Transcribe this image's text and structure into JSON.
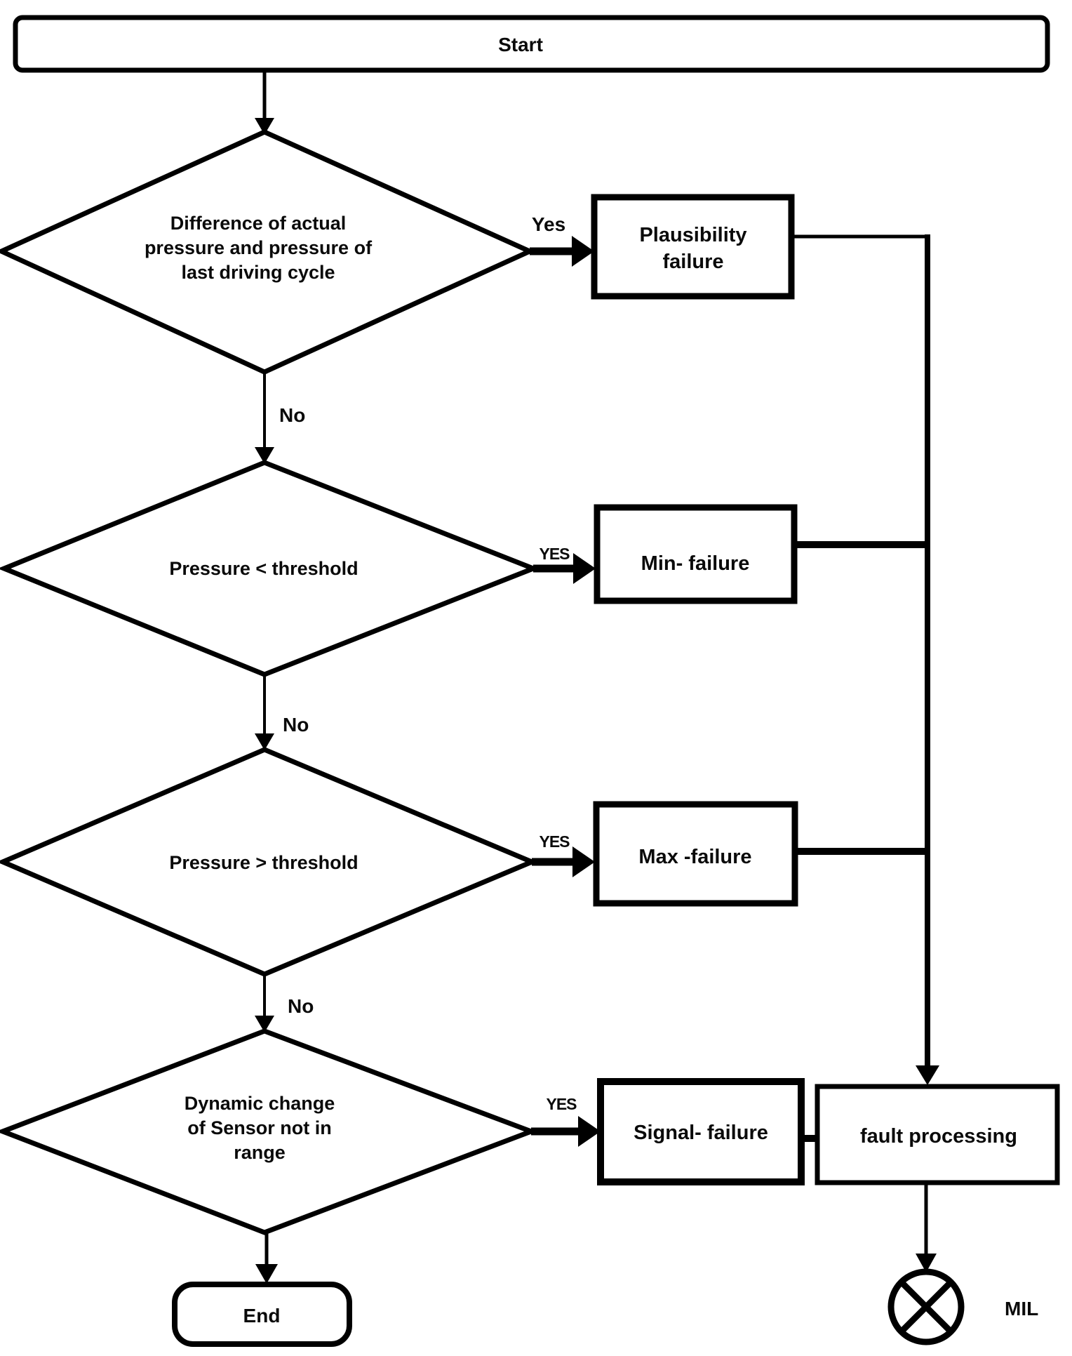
{
  "canvas": {
    "background": "#ffffff",
    "ink": "#000000"
  },
  "nodes": {
    "start": {
      "shape": "rounded-rect",
      "label": "Start"
    },
    "decision_plausibility": {
      "shape": "diamond",
      "lines": [
        "Difference of  actual",
        "pressure and pressure of",
        "last driving cycle"
      ]
    },
    "plausibility_failure": {
      "shape": "rect",
      "lines": [
        "Plausibility",
        "failure"
      ]
    },
    "decision_min": {
      "shape": "diamond",
      "label": "Pressure < threshold"
    },
    "min_failure": {
      "shape": "rect",
      "label": "Min- failure"
    },
    "decision_max": {
      "shape": "diamond",
      "label": "Pressure > threshold"
    },
    "max_failure": {
      "shape": "rect",
      "label": "Max -failure"
    },
    "decision_dynamic": {
      "shape": "diamond",
      "lines": [
        "Dynamic change",
        "of Sensor not in",
        "range"
      ]
    },
    "signal_failure": {
      "shape": "rect",
      "label": "Signal- failure"
    },
    "fault_processing": {
      "shape": "rect",
      "label": "fault processing"
    },
    "end": {
      "shape": "rounded-rect",
      "label": "End"
    },
    "mil": {
      "shape": "crossed-circle",
      "label": "MIL"
    }
  },
  "edge_labels": {
    "yes1": "Yes",
    "no1": "No",
    "yes2": "YES",
    "no2": "No",
    "yes3": "YES",
    "no3": "No",
    "yes4": "YES"
  }
}
